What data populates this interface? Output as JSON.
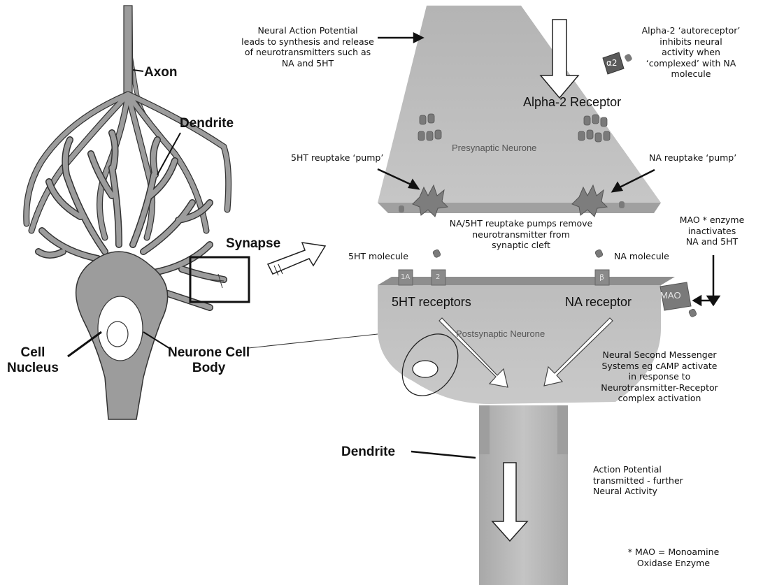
{
  "left": {
    "axon": "Axon",
    "dendrite": "Dendrite",
    "synapse": "Synapse",
    "cell_nucleus": "Cell\nNucleus",
    "neurone_cell_body": "Neurone Cell\nBody"
  },
  "presynaptic": {
    "action_potential_note": "Neural Action Potential\nleads to synthesis and release\nof neurotransmitters such as\nNA and 5HT",
    "alpha2_note": "Alpha-2 ‘autoreceptor’\ninhibits neural\nactivity when\n‘complexed’ with NA\nmolecule",
    "alpha2_symbol": "α2",
    "alpha2_receptor": "Alpha-2 Receptor",
    "neurone_label": "Presynaptic Neurone",
    "5ht_pump": "5HT reuptake ‘pump’",
    "na_pump": "NA reuptake ‘pump’"
  },
  "cleft": {
    "reuptake_note": "NA/5HT reuptake pumps remove\nneurotransmitter from\nsynaptic cleft",
    "5ht_molecule": "5HT molecule",
    "na_molecule": "NA molecule",
    "mao_note": "MAO * enzyme\ninactivates\nNA and 5HT",
    "mao_label": "MAO"
  },
  "postsynaptic": {
    "receptor_1a": "1A",
    "receptor_2": "2",
    "receptor_beta": "β",
    "5ht_receptors": "5HT receptors",
    "na_receptor": "NA receptor",
    "neurone_label": "Postsynaptic Neurone",
    "second_messenger_note": "Neural Second Messenger\nSystems eg cAMP activate\nin response to\nNeurotransmitter-Receptor\ncomplex activation"
  },
  "lower": {
    "dendrite": "Dendrite",
    "action_potential_note": "Action Potential\ntransmitted - further\nNeural Activity",
    "mao_footnote": "* MAO = Monoamine\nOxidase Enzyme"
  },
  "colors": {
    "neuron_gray": "#9c9c9c",
    "cleft_gray": "#a9a9a9",
    "pump_gray": "#7d7d7d",
    "arrow_fill": "#ffffff"
  }
}
